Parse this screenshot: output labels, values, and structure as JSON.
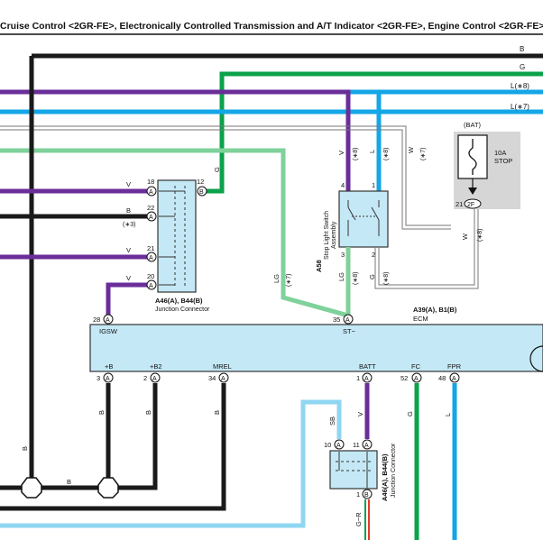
{
  "header": {
    "title": "Cruise Control <2GR-FE>, Electronically Controlled Transmission and A/T Indicator <2GR-FE>, Engine Control <2GR-FE>"
  },
  "colors": {
    "black": "#1a1a1a",
    "green": "#0aa24a",
    "purple": "#6a2e9a",
    "blue": "#14a6e6",
    "light_green": "#7fd29a",
    "light_blue": "#8fd6f2",
    "component_fill": "#c4e8f6",
    "fuse_fill": "#d6d6d6",
    "gray_wire": "#777777"
  },
  "wires": {
    "top_b": "B",
    "top_g": "G",
    "top_l8": "L(∗8)",
    "top_l7": "L(∗7)"
  },
  "fuse": {
    "bat_label": "(BAT)",
    "rating": "10A",
    "name": "STOP",
    "pin": "21",
    "connector": "2F"
  },
  "stop_switch": {
    "code": "A58",
    "name_line1": "Stop Light Switch",
    "name_line2": "Assembly",
    "pin4": "4",
    "pin1": "1",
    "pin3": "3",
    "pin2": "2",
    "wire_v": "V",
    "wire_v_note": "(∗8)",
    "wire_l": "L",
    "wire_l_note": "(∗8)",
    "wire_w": "W",
    "wire_w_note": "(∗7)",
    "wire_lg": "LG",
    "wire_lg_note": "(∗8)",
    "wire_g": "G",
    "wire_g_note": "(∗8)",
    "wire_w2": "W",
    "wire_w2_note": "(∗8)"
  },
  "jc_top": {
    "code": "A46(A), B44(B)",
    "name": "Junction Connector",
    "pin18": "18",
    "pin22": "22",
    "pin21": "21",
    "pin20": "20",
    "pin12": "12",
    "conn_a": "A",
    "conn_b": "B",
    "wire_v1": "V",
    "wire_b": "B",
    "wire_b_note": "(∗3)",
    "wire_v2": "V",
    "wire_v3": "V",
    "wire_g": "G"
  },
  "ecm": {
    "code": "A39(A), B1(B)",
    "name": "ECM",
    "igsw_pin": "28",
    "igsw": "IGSW",
    "st_pin": "35",
    "st": "ST−",
    "b_label": "+B",
    "b_pin": "3",
    "b2_label": "+B2",
    "b2_pin": "2",
    "mrel_label": "MREL",
    "mrel_pin": "34",
    "batt_label": "BATT",
    "batt_pin": "1",
    "fc_label": "FC",
    "fc_pin": "52",
    "fpr_label": "FPR",
    "fpr_pin": "48",
    "conn_a": "A"
  },
  "mid_wires": {
    "lg": "LG",
    "lg_note": "(∗7)",
    "b1": "B",
    "b2": "B",
    "b3": "B",
    "v": "V",
    "g": "G",
    "l": "L",
    "sb": "SB",
    "b_left": "B",
    "b_bottom": "B"
  },
  "jc_bottom": {
    "code": "A46(A), B44(B)",
    "name": "Junction Connector",
    "pin10": "10",
    "pin11": "11",
    "pin1": "1",
    "conn_a": "A",
    "conn_b": "B",
    "wire_gr": "G−R"
  }
}
